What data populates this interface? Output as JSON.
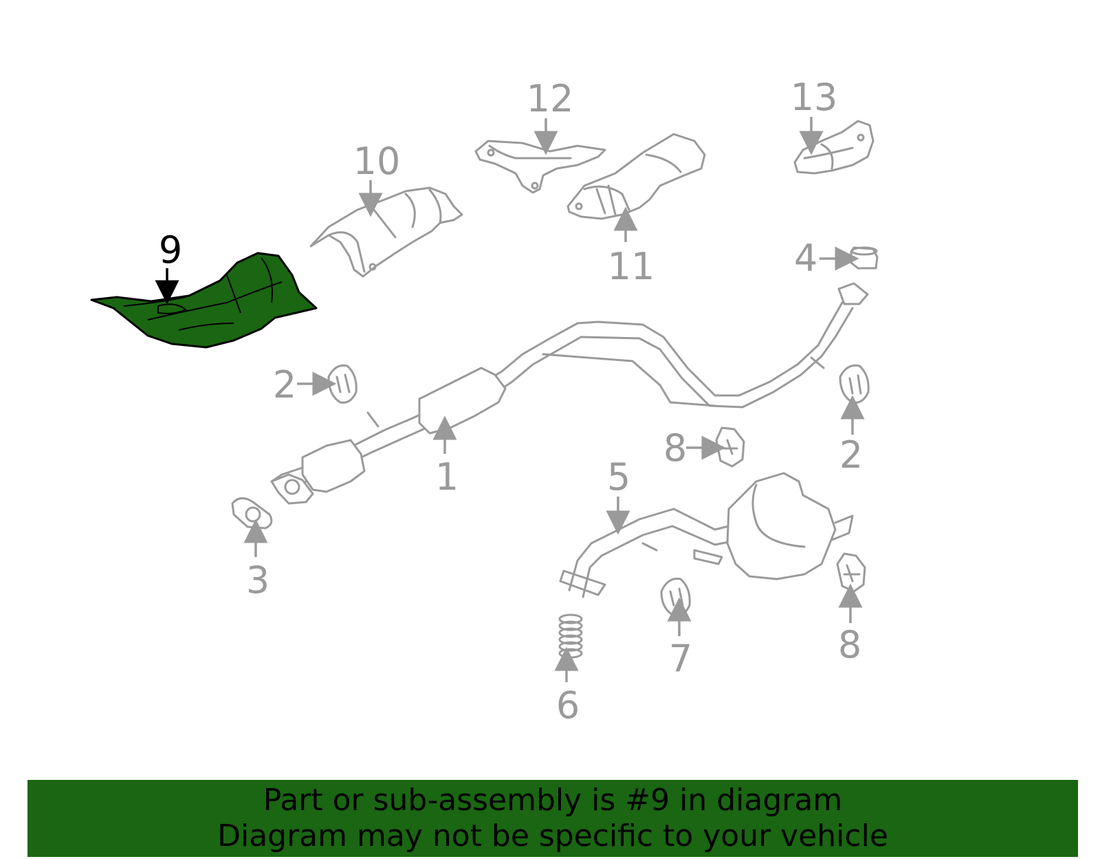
{
  "diagram": {
    "highlighted_part": "9",
    "highlight_color": "#1a6612",
    "part_line_color": "#9a9a9a",
    "callouts": {
      "c1": "1",
      "c2a": "2",
      "c2b": "2",
      "c3": "3",
      "c4": "4",
      "c5": "5",
      "c6": "6",
      "c7": "7",
      "c8a": "8",
      "c8b": "8",
      "c9": "9",
      "c10": "10",
      "c11": "11",
      "c12": "12",
      "c13": "13"
    }
  },
  "banner": {
    "line1": "Part or sub-assembly is #9 in diagram",
    "line2": "Diagram may not be specific to your vehicle",
    "background": "#1a6612"
  }
}
